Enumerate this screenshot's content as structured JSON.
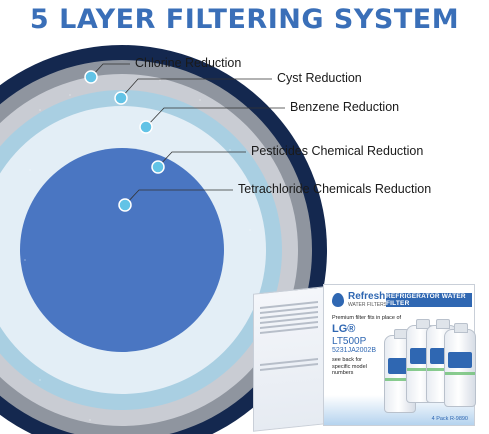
{
  "title": "5 LAYER FILTERING SYSTEM",
  "colors": {
    "title": "#3a6fb8",
    "outer_ring": "#14284f",
    "layer_gray": "#8f959f",
    "layer_light_gray": "#c9ccd3",
    "layer_light_blue": "#a9cfe2",
    "layer_pale": "#e3eef6",
    "core_blue": "#4a76c2",
    "marker": "#62c3e6"
  },
  "layers": [
    {
      "label": "Chlorine Reduction"
    },
    {
      "label": "Cyst Reduction"
    },
    {
      "label": "Benzene Reduction"
    },
    {
      "label": "Pesticides Chemical Reduction"
    },
    {
      "label": "Tetrachloride Chemicals Reduction"
    }
  ],
  "product": {
    "brand": "Refresh",
    "brand_tagline": "WATER FILTERS",
    "banner": "REFRIGERATOR WATER FILTER",
    "premium_text": "Premium filter fits in place of",
    "fits_brand": "LG®",
    "model_primary": "LT500P",
    "model_secondary": "5231JA2002B",
    "see_text": "see back for specific model numbers",
    "pack": "4 Pack R-9890"
  }
}
